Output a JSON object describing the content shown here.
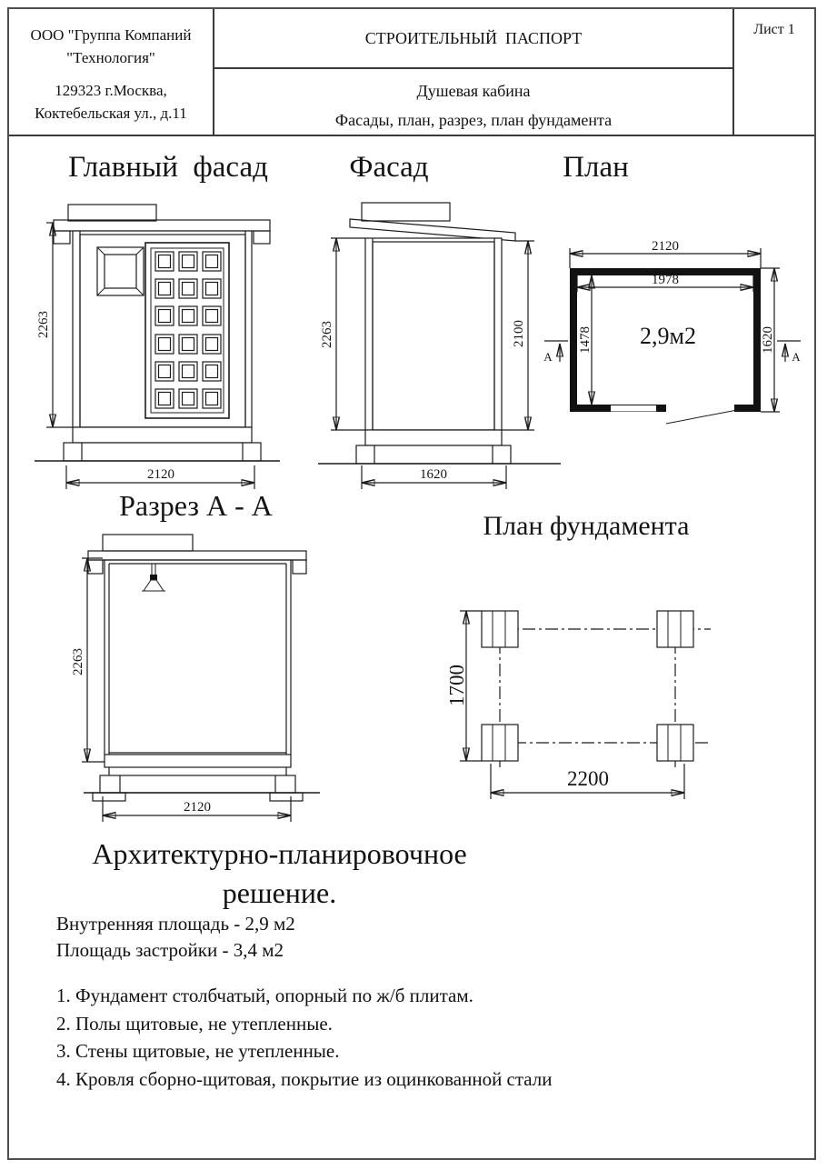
{
  "header": {
    "company_line1": "ООО \"Группа Компаний",
    "company_line2": "\"Технология\"",
    "address_line1": "129323  г.Москва,",
    "address_line2": "Коктебельская ул., д.11",
    "doc_title": "СТРОИТЕЛЬНЫЙ  ПАСПОРТ",
    "subject": "Душевая кабина",
    "contents": "Фасады, план, разрез, план фундамента",
    "sheet": "Лист 1"
  },
  "drawings": {
    "main_facade": {
      "title": "Главный  фасад",
      "dim_height": "2263",
      "dim_width": "2120"
    },
    "side_facade": {
      "title": "Фасад",
      "dim_height_left": "2263",
      "dim_height_right": "2100",
      "dim_width": "1620"
    },
    "plan": {
      "title": "План",
      "dim_width_outer": "2120",
      "dim_width_inner": "1978",
      "dim_depth_inner": "1478",
      "dim_depth_outer": "1620",
      "area_label": "2,9м2",
      "section_mark": "А"
    },
    "section": {
      "title": "Разрез А - А",
      "dim_height": "2263",
      "dim_width": "2120"
    },
    "foundation_plan": {
      "title": "План фундамента",
      "dim_depth": "1700",
      "dim_width": "2200"
    }
  },
  "notes": {
    "heading_line1": "Архитектурно-планировочное",
    "heading_line2": "решение.",
    "area_lines": [
      "Внутренняя площадь - 2,9 м2",
      "Площадь застройки - 3,4 м2"
    ],
    "list_items": [
      "1. Фундамент столбчатый, опорный по ж/б плитам.",
      "2. Полы щитовые, не утепленные.",
      "3. Стены щитовые, не утепленные.",
      "4. Кровля сборно-щитовая, покрытие из оцинкованной стали"
    ]
  }
}
